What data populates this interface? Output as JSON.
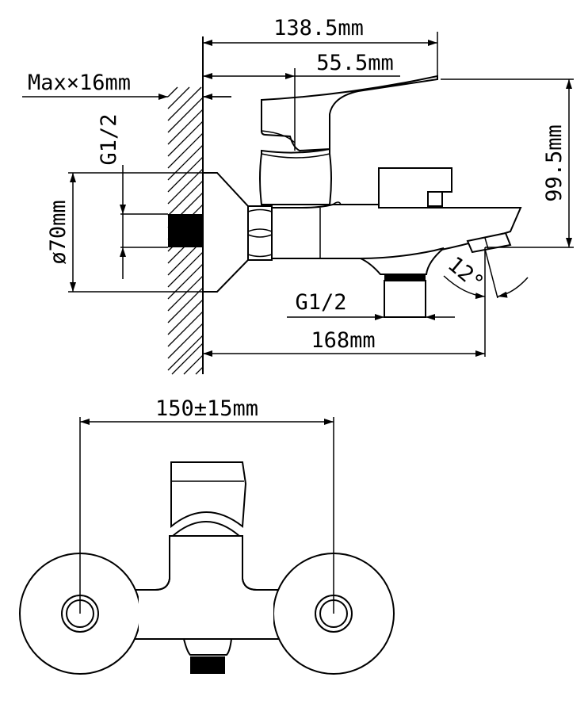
{
  "side_view": {
    "dimensions": {
      "overall_length": "138.5mm",
      "lever_offset": "55.5mm",
      "wall_max": "Max×16mm",
      "inlet_thread": "G1/2",
      "flange_diameter": "ø70mm",
      "height": "99.5mm",
      "spout_angle": "12°",
      "outlet_thread": "G1/2",
      "spout_reach": "168mm"
    }
  },
  "front_view": {
    "dimensions": {
      "center_distance": "150±15mm"
    }
  }
}
